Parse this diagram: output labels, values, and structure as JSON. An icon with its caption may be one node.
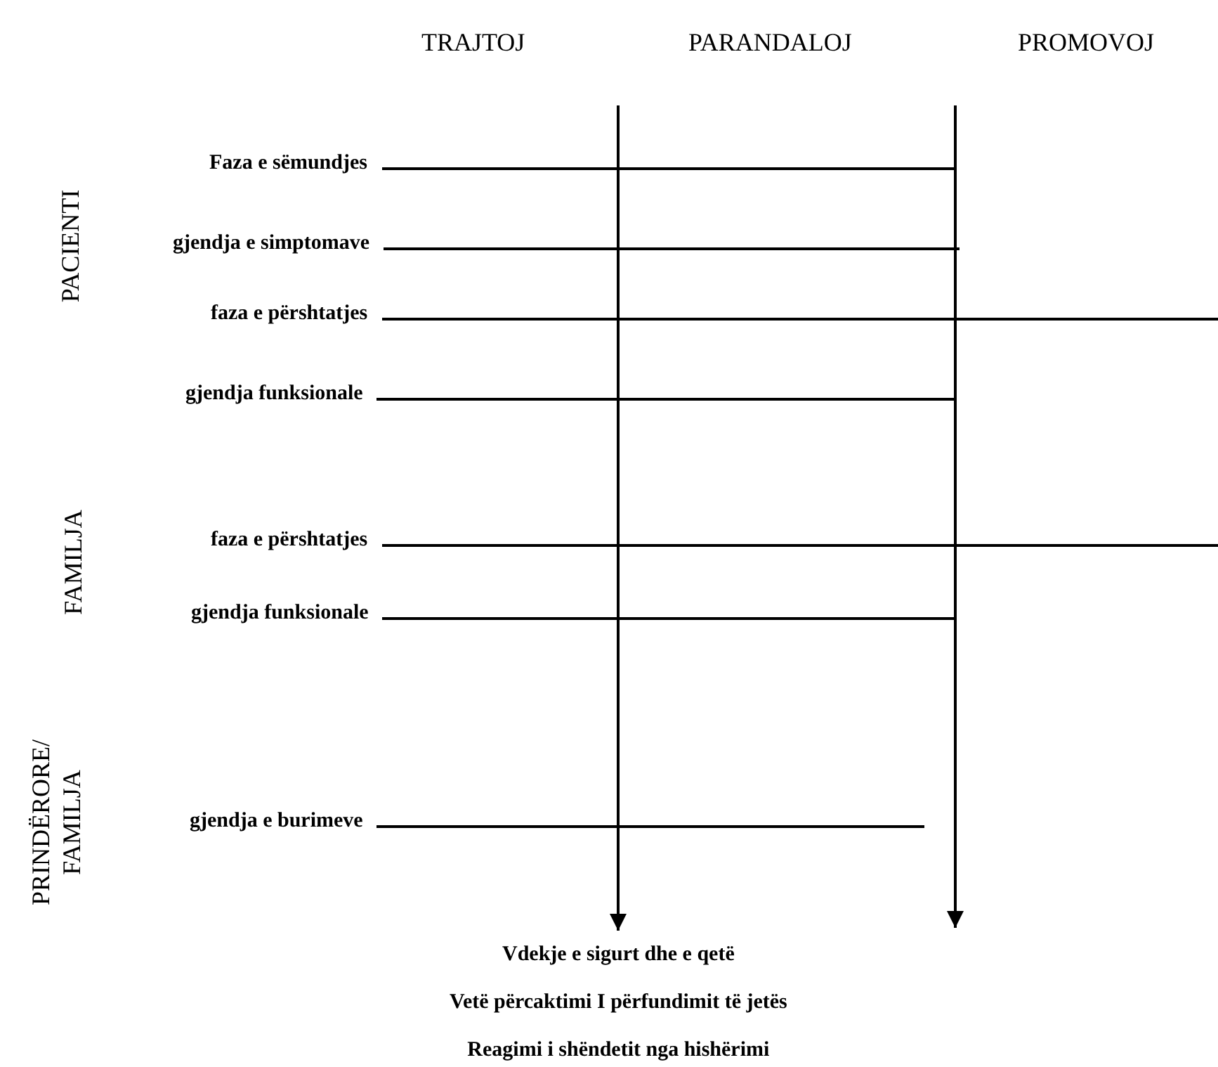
{
  "diagram": {
    "nodes": [
      {
        "text": [
          "Faza e sëmundjes"
        ]
      },
      {
        "text": [
          "gjendja e simptomave"
        ]
      },
      {
        "text": [
          "faza e përshtatjes"
        ]
      },
      {
        "text": [
          "gjendja funksionale"
        ]
      },
      {
        "text": [
          "faza e përshtatjes"
        ]
      },
      {
        "text": [
          "gjendja funksionale"
        ]
      },
      {
        "text": [
          "gjendja e burimeve"
        ]
      },
      {
        "text": [
          "Vdekje e sigurt dhe e qetë",
          "Vetë përcaktimi I përfundimit të jetës",
          "Reagimi i shëndetit nga hishërimi"
        ]
      }
    ],
    "edges": [
      {
        "from": 0,
        "to": null,
        "arrow": "none"
      },
      {
        "from": 1,
        "to": null,
        "arrow": "none"
      },
      {
        "from": 2,
        "to": null,
        "arrow": "none"
      },
      {
        "from": 3,
        "to": null,
        "arrow": "none"
      },
      {
        "from": 4,
        "to": null,
        "arrow": "none"
      },
      {
        "from": 5,
        "to": null,
        "arrow": "none"
      },
      {
        "from": 6,
        "to": null,
        "arrow": "none"
      },
      {
        "from": null,
        "to": 7,
        "arrow": "to"
      }
    ],
    "labels": [
      "TRAJTOJ",
      "PARANDALOJ",
      "PROMOVOJ",
      "PACIENTI",
      "FAMILJA",
      "PRINDËRORE/ FAMILJA"
    ]
  }
}
